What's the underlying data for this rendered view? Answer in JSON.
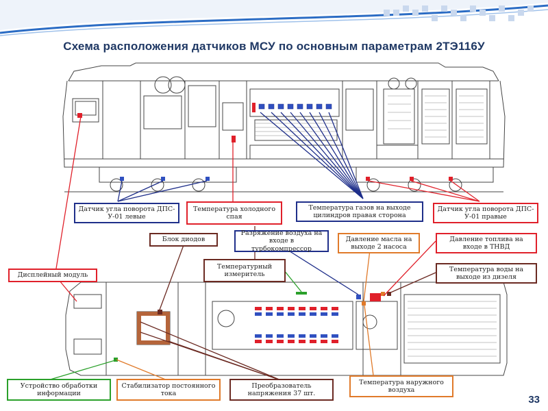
{
  "title": "Схема расположения датчиков МСУ по основным параметрам 2ТЭ116У",
  "slide_number": "33",
  "colors": {
    "title": "#1f3864",
    "blue": "#1f2f8a",
    "red": "#e0202a",
    "brown": "#6b2a22",
    "orange": "#e07a2a",
    "green": "#2aa02a"
  },
  "labels": {
    "dps_left": "Датчик угла поворота ДПС-У-01 левые",
    "cold_junction": "Температура холодного спая",
    "gas_temp": "Температура газов на выходе цилиндров правая сторона",
    "dps_right": "Датчик угла поворота ДПС-У-01 правые",
    "diode_block": "Блок диодов",
    "air_vacuum": "Разряжение воздуха на входе в турбокомпрессор",
    "oil_pressure": "Давление масла на выходе 2 насоса",
    "fuel_pressure": "Давление топлива на входе в ТНВД",
    "display_module": "Дисплейный модуль",
    "temp_meter": "Температурный измеритель",
    "water_temp": "Температура воды на выходе из дизеля",
    "info_device": "Устройство обработки информации",
    "dc_stabilizer": "Стабилизатор постоянного тока",
    "voltage_converter": "Преобразователь напряжения 37 шт.",
    "outside_air_temp": "Температура наружного воздуха"
  }
}
